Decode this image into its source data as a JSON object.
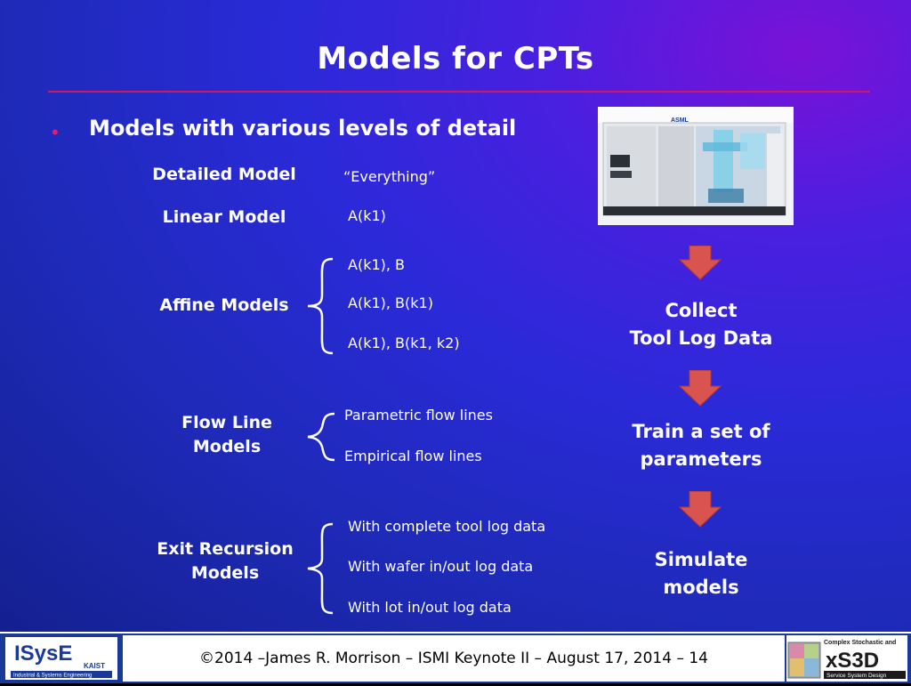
{
  "slide": {
    "title": "Models for CPTs",
    "bullet": "Models with various levels of detail"
  },
  "models": {
    "detailed": {
      "label": "Detailed Model",
      "item": "“Everything”"
    },
    "linear": {
      "label": "Linear Model",
      "item": "A(k1)"
    },
    "affine": {
      "label": "Affine Models",
      "items": [
        "A(k1), B",
        "A(k1), B(k1)",
        "A(k1), B(k1, k2)"
      ]
    },
    "flow_line": {
      "label_line1": "Flow Line",
      "label_line2": "Models",
      "items": [
        "Parametric flow lines",
        "Empirical flow lines"
      ]
    },
    "exit_recursion": {
      "label_line1": "Exit Recursion",
      "label_line2": "Models",
      "items": [
        "With complete tool log data",
        "With wafer in/out log data",
        "With lot in/out log data"
      ]
    }
  },
  "process": {
    "step1_line1": "Collect",
    "step1_line2": "Tool Log Data",
    "step2_line1": "Train a set of",
    "step2_line2": "parameters",
    "step3_line1": "Simulate",
    "step3_line2": "models",
    "arrow_color": "#d9534f"
  },
  "photo": {
    "brand": "ASML"
  },
  "footer": {
    "text": "©2014 –James R. Morrison – ISMI Keynote II – August 17, 2014 – 14",
    "left_logo": {
      "name": "ISysE",
      "sub1": "KAIST",
      "sub2": "Industrial & Systems Engineering"
    },
    "right_logo": {
      "top_line": "Complex Stochastic and",
      "name": "xS3D",
      "bottom_line": "Service System Design"
    }
  },
  "colors": {
    "accent": "#d01860",
    "background": "#2a2ad8",
    "footer_band": "#1a3a9a"
  }
}
